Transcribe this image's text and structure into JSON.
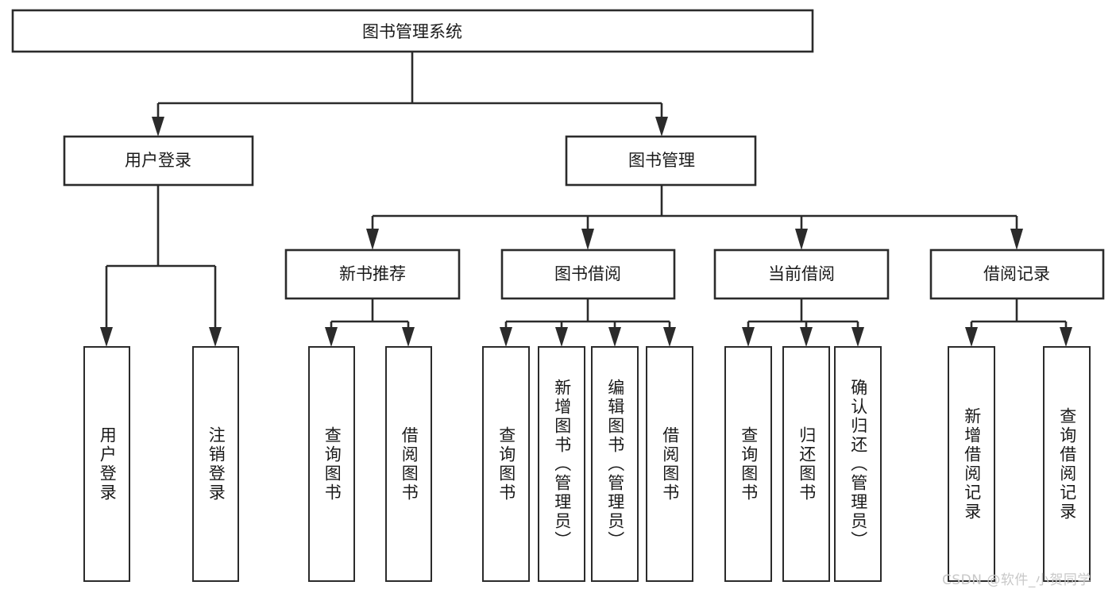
{
  "diagram": {
    "title_node": {
      "label": "图书管理系统"
    },
    "level2": [
      {
        "label": "用户登录"
      },
      {
        "label": "图书管理"
      }
    ],
    "level3": [
      {
        "label": "新书推荐"
      },
      {
        "label": "图书借阅"
      },
      {
        "label": "当前借阅"
      },
      {
        "label": "借阅记录"
      }
    ],
    "leaves": {
      "user_login_group": [
        {
          "label": "用户登录"
        },
        {
          "label": "注销登录"
        }
      ],
      "new_book_group": [
        {
          "label": "查询图书"
        },
        {
          "label": "借阅图书"
        }
      ],
      "borrow_group": [
        {
          "label": "查询图书"
        },
        {
          "label": "新增图书（管理员）"
        },
        {
          "label": "编辑图书（管理员）"
        },
        {
          "label": "借阅图书"
        }
      ],
      "current_borrow_group": [
        {
          "label": "查询图书"
        },
        {
          "label": "归还图书"
        },
        {
          "label": "确认归还（管理员）"
        }
      ],
      "record_group": [
        {
          "label": "新增借阅记录"
        },
        {
          "label": "查询借阅记录"
        }
      ]
    }
  },
  "watermark": {
    "text": "CSDN @软件_小贺同学"
  },
  "colors": {
    "stroke": "#2b2b2b",
    "node_fill": "#ffffff",
    "text": "#1a1a1a",
    "watermark": "#c8c8c8",
    "background": "#ffffff"
  }
}
